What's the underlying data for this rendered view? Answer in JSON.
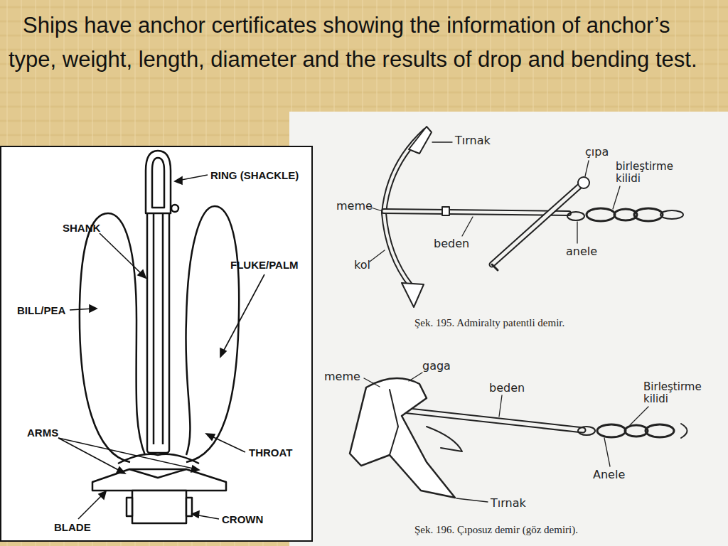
{
  "diagram": {
    "title": "Ships have anchor certificates showing the information of anchor’s type, weight, length, diameter and the results of drop and bending test.",
    "labels": [
      "RING (SHACKLE)",
      "SHANK",
      "FLUKE/PALM",
      "BILL/PEA",
      "ARMS",
      "THROAT",
      "BLADE",
      "CROWN",
      "Tırnak",
      "çıpa",
      "birleştirme kilidi",
      "meme",
      "beden",
      "anele",
      "kol",
      "Şek. 195. Admiralty patentli demir.",
      "meme",
      "gaga",
      "beden",
      "Birleştirme kilidi",
      "Anele",
      "Tırnak",
      "Şek. 196. Çıposuz demir (göz demiri)."
    ]
  }
}
